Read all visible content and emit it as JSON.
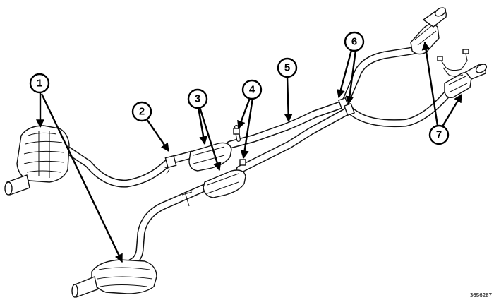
{
  "callouts": [
    {
      "label": "1"
    },
    {
      "label": "2"
    },
    {
      "label": "3"
    },
    {
      "label": "4"
    },
    {
      "label": "5"
    },
    {
      "label": "6"
    },
    {
      "label": "7"
    }
  ],
  "figure_number": "3656287"
}
